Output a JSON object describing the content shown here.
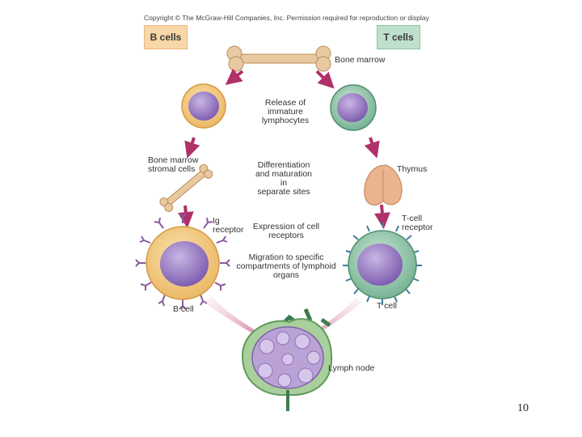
{
  "copyright": "Copyright © The McGraw-Hill Companies, Inc. Permission required for reproduction or display",
  "headers": {
    "b_cells": "B cells",
    "t_cells": "T cells"
  },
  "labels": {
    "bone_marrow": "Bone marrow",
    "release": [
      "Release of",
      "immature",
      "lymphocytes"
    ],
    "stromal": [
      "Bone marrow",
      "stromal cells"
    ],
    "differentiation": [
      "Differentiation",
      "and maturation",
      "in",
      "separate sites"
    ],
    "thymus": "Thymus",
    "ig_receptor": [
      "Ig",
      "receptor"
    ],
    "tcell_receptor": [
      "T-cell",
      "receptor"
    ],
    "expression": [
      "Expression of cell",
      "receptors"
    ],
    "migration": [
      "Migration to specific",
      "compartments of lymphoid",
      "organs"
    ],
    "b_cell": "B cell",
    "t_cell": "T cell",
    "lymph_node": "Lymph node"
  },
  "page_number": "10",
  "colors": {
    "arrow": "#b0306a",
    "b_cell": "#f2c77e",
    "t_cell": "#7fb99b",
    "nucleus": "#8a6bb8",
    "bone": "#e8c9a0"
  }
}
